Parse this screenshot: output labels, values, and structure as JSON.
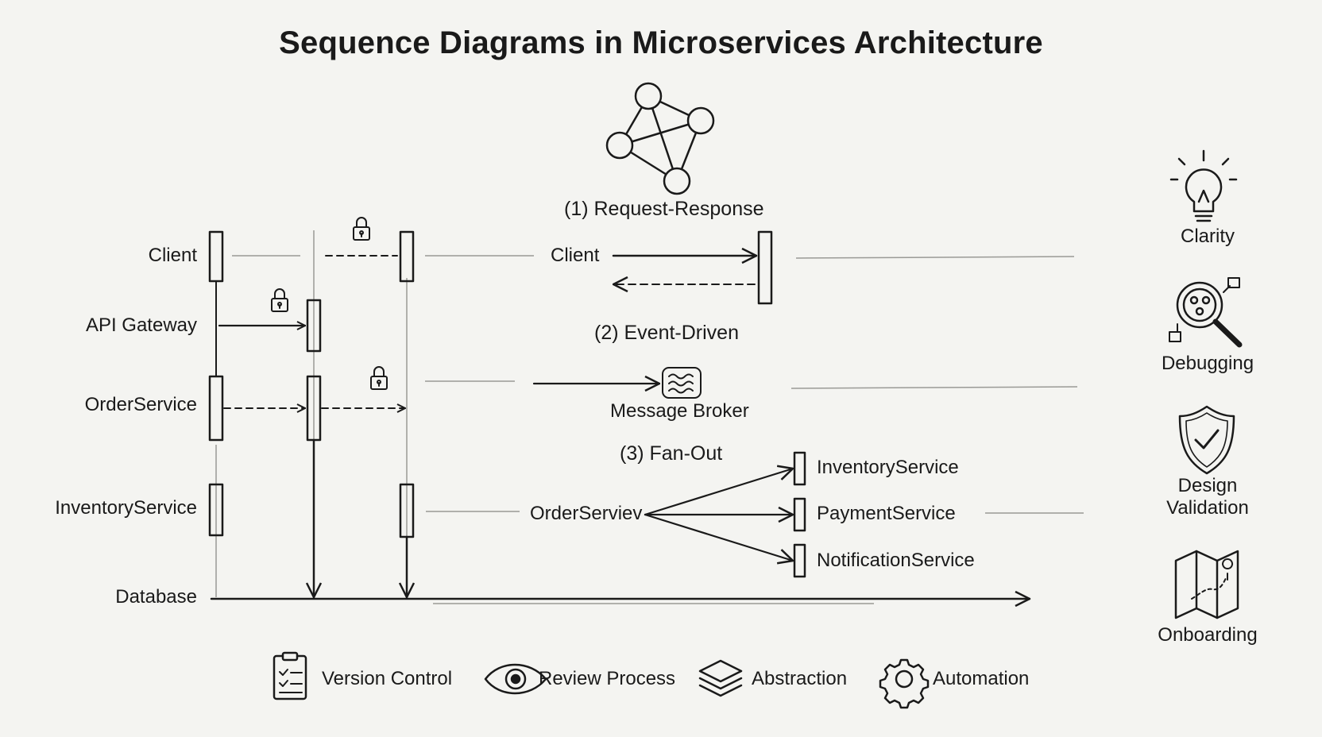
{
  "title": "Sequence Diagrams in Microservices Architecture",
  "lifelines": {
    "client": "Client",
    "api_gateway": "API Gateway",
    "order_service": "OrderService",
    "inventory_service": "InventoryService",
    "database": "Database"
  },
  "patterns": {
    "request_response": {
      "heading": "(1) Request-Response",
      "actor": "Client"
    },
    "event_driven": {
      "heading": "(2) Event-Driven",
      "broker": "Message Broker"
    },
    "fan_out": {
      "heading": "(3) Fan-Out",
      "source": "OrderServiev",
      "targets": [
        "InventoryService",
        "PaymentService",
        "NotificationService"
      ]
    }
  },
  "benefits": [
    "Clarity",
    "Debugging",
    "Design\nValidation",
    "Onboarding"
  ],
  "practices": [
    "Version Control",
    "Review Process",
    "Abstraction",
    "Automation"
  ],
  "icons": {
    "header": "network-graph-icon",
    "clarity": "lightbulb-icon",
    "debugging": "magnifier-icon",
    "design_validation": "shield-check-icon",
    "onboarding": "map-icon",
    "version_control": "clipboard-checklist-icon",
    "review_process": "eye-icon",
    "abstraction": "layers-icon",
    "automation": "gear-icon"
  }
}
